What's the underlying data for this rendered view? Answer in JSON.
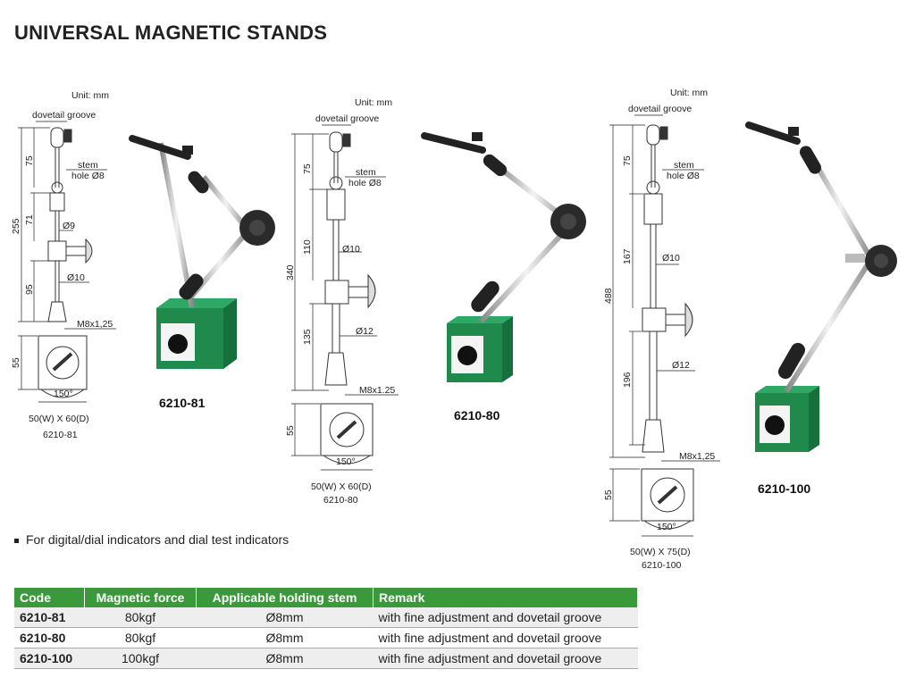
{
  "page_title": "UNIVERSAL MAGNETIC STANDS",
  "note": "For digital/dial indicators and dial test indicators",
  "table": {
    "headers": [
      "Code",
      "Magnetic force",
      "Applicable holding stem",
      "Remark"
    ],
    "rows": [
      [
        "6210-81",
        "80kgf",
        "Ø8mm",
        "with fine adjustment and dovetail groove"
      ],
      [
        "6210-80",
        "80kgf",
        "Ø8mm",
        "with fine adjustment and dovetail groove"
      ],
      [
        "6210-100",
        "100kgf",
        "Ø8mm",
        "with fine adjustment and dovetail groove"
      ]
    ]
  },
  "drawings": [
    {
      "unit": "Unit: mm",
      "dovetail": "dovetail groove",
      "stem": "stem",
      "stem_hole": "hole Ø8",
      "overall": "255",
      "seg": [
        "75",
        "71",
        "95"
      ],
      "dia_upper": "Ø9",
      "dia_lower": "Ø10",
      "thread": "M8x1,25",
      "base_h": "55",
      "angle": "150°",
      "base_size": "50(W) X 60(D)",
      "code": "6210-81",
      "photo_code": "6210-81"
    },
    {
      "unit": "Unit: mm",
      "dovetail": "dovetail groove",
      "stem": "stem",
      "stem_hole": "hole Ø8",
      "overall": "340",
      "seg": [
        "75",
        "110",
        "135"
      ],
      "dia_upper": "Ø10",
      "dia_lower": "Ø12",
      "thread": "M8x1.25",
      "base_h": "55",
      "angle": "150°",
      "base_size": "50(W) X 60(D)",
      "code": "6210-80",
      "photo_code": "6210-80"
    },
    {
      "unit": "Unit: mm",
      "dovetail": "dovetail groove",
      "stem": "stem",
      "stem_hole": "hole Ø8",
      "overall": "488",
      "seg": [
        "75",
        "167",
        "196"
      ],
      "dia_upper": "Ø10",
      "dia_lower": "Ø12",
      "thread": "M8x1,25",
      "base_h": "55",
      "angle": "150°",
      "base_size": "50(W) X 75(D)",
      "code": "6210-100",
      "photo_code": "6210-100"
    }
  ],
  "colors": {
    "header_green": "#3a9a3a",
    "base_green": "#1f8a4c",
    "knob": "#333333",
    "rod": "#c8c8c8"
  }
}
